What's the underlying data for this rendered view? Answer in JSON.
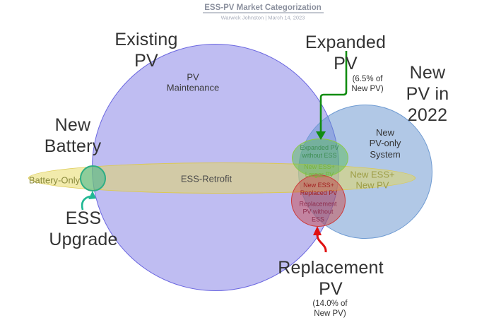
{
  "header": {
    "title": "ESS-PV Market Categorization",
    "subtitle": "Warwick Johnston  |  March 14, 2023"
  },
  "callouts": {
    "existing_pv": {
      "label": "Existing\nPV"
    },
    "new_battery": {
      "label": "New\nBattery"
    },
    "ess_upgrade": {
      "label": "ESS\nUpgrade"
    },
    "expanded_pv": {
      "label": "Expanded\nPV",
      "pct": "(6.5% of\nNew PV)"
    },
    "new_pv_2022": {
      "label": "New\nPV in\n2022"
    },
    "replacement_pv": {
      "label": "Replacement\nPV",
      "pct": "(14.0% of\nNew PV)"
    }
  },
  "regions": {
    "pv_maintenance": {
      "label": "PV\nMaintenance",
      "color": "#3a3a3a"
    },
    "battery_only": {
      "label": "Battery-Only",
      "color": "#8b8b3e"
    },
    "ess_retrofit": {
      "label": "ESS-Retrofit",
      "color": "#4a4a4a"
    },
    "new_pv_only_system": {
      "label": "New\nPV-only\nSystem",
      "color": "#343434"
    },
    "new_ess_new_pv": {
      "label": "New ESS+\nNew PV",
      "color": "#9d9d45"
    },
    "expanded_pv_without_ess": {
      "label": "Expanded PV\nwithout ESS",
      "color": "#3f8f55"
    },
    "new_ess_larger_pv": {
      "label": "New ESS+\nLarger PV",
      "color": "#79b43c"
    },
    "new_ess_replaced_pv": {
      "label": "New ESS+\nReplaced PV",
      "color": "#a32222"
    },
    "replacement_pv_without_ess": {
      "label": "Replacement\nPV without\nESS",
      "color": "#8f2f4f"
    }
  },
  "colors": {
    "existing_pv_fill": "rgba(139,134,232,0.55)",
    "existing_pv_stroke": "#6b67e0",
    "new_pv_fill": "rgba(100,145,205,0.5)",
    "new_pv_stroke": "#6f9bd2",
    "ess_fill": "rgba(230,215,90,0.5)",
    "ess_stroke": "#dcc94f",
    "expanded_fill": "rgba(90,185,90,0.5)",
    "expanded_stroke": "#8ccb44",
    "replacement_fill": "rgba(200,60,60,0.45)",
    "replacement_stroke": "#cc3b3b",
    "ess_upgrade_fill": "rgba(60,180,140,0.55)",
    "ess_upgrade_stroke": "#2fae85",
    "arrow_green": "#118c11",
    "arrow_red": "#e01010",
    "arrow_teal": "#1fb893"
  }
}
